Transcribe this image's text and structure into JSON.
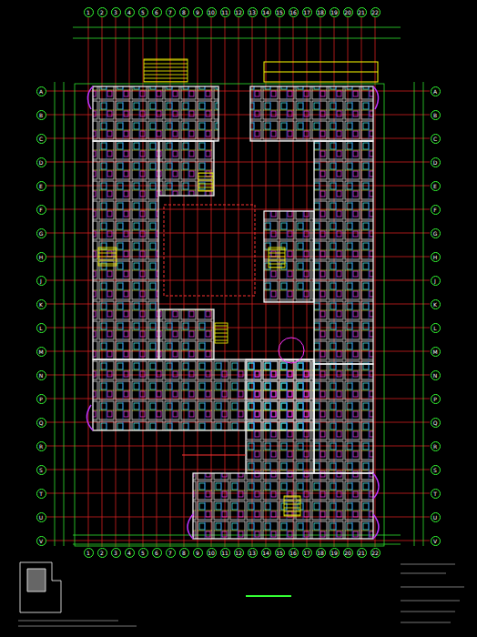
{
  "diagram": {
    "labels": [
      "1",
      "2",
      "3",
      "4",
      "5",
      "6",
      "7",
      "8",
      "9",
      "10",
      "11",
      "12",
      "13",
      "14",
      "15",
      "16",
      "17",
      "18",
      "19",
      "20",
      "21",
      "22",
      "1",
      "2",
      "3",
      "4",
      "5",
      "6",
      "7",
      "8",
      "9",
      "10",
      "11",
      "12",
      "13",
      "14",
      "15",
      "16",
      "17",
      "18",
      "19",
      "20",
      "21",
      "22",
      "A",
      "B",
      "C",
      "D",
      "E",
      "F",
      "G",
      "H",
      "J",
      "K",
      "L",
      "M",
      "N",
      "P",
      "Q",
      "R",
      "S",
      "T",
      "U",
      "V",
      "A",
      "B",
      "C",
      "D",
      "E",
      "F",
      "G",
      "H",
      "J",
      "K",
      "L",
      "M",
      "N",
      "P",
      "Q",
      "R",
      "S",
      "T",
      "U",
      "V"
    ]
  }
}
